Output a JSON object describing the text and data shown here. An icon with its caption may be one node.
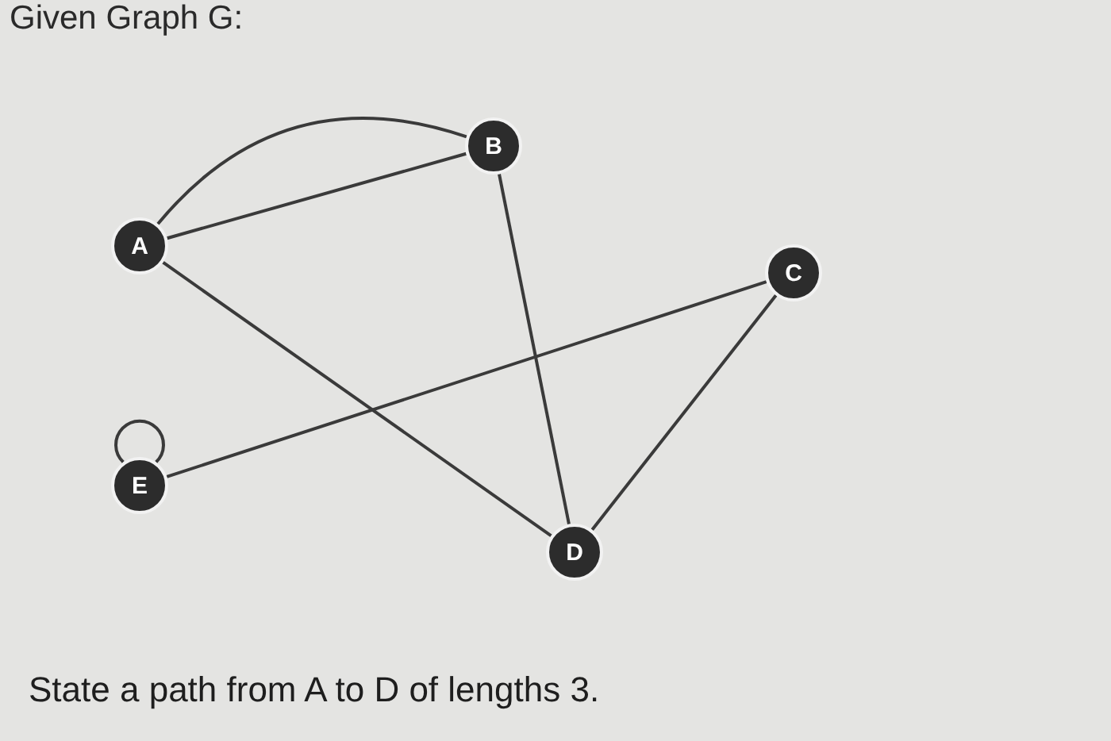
{
  "diagram": {
    "title": "Given Graph G:",
    "caption": "State a path from A to D of lengths 3.",
    "nodes": [
      {
        "text": [
          "A"
        ]
      },
      {
        "text": [
          "B"
        ]
      },
      {
        "text": [
          "C"
        ]
      },
      {
        "text": [
          "E"
        ]
      },
      {
        "text": [
          "D"
        ]
      }
    ],
    "edges": [
      {
        "from": 0,
        "to": 1,
        "arrow": "none"
      },
      {
        "from": 0,
        "to": 1,
        "arrow": "none"
      },
      {
        "from": 0,
        "to": 4,
        "arrow": "none"
      },
      {
        "from": 1,
        "to": 4,
        "arrow": "none"
      },
      {
        "from": 3,
        "to": 2,
        "arrow": "none"
      },
      {
        "from": 2,
        "to": 4,
        "arrow": "none"
      },
      {
        "from": 3,
        "to": 3,
        "arrow": "none"
      }
    ]
  }
}
